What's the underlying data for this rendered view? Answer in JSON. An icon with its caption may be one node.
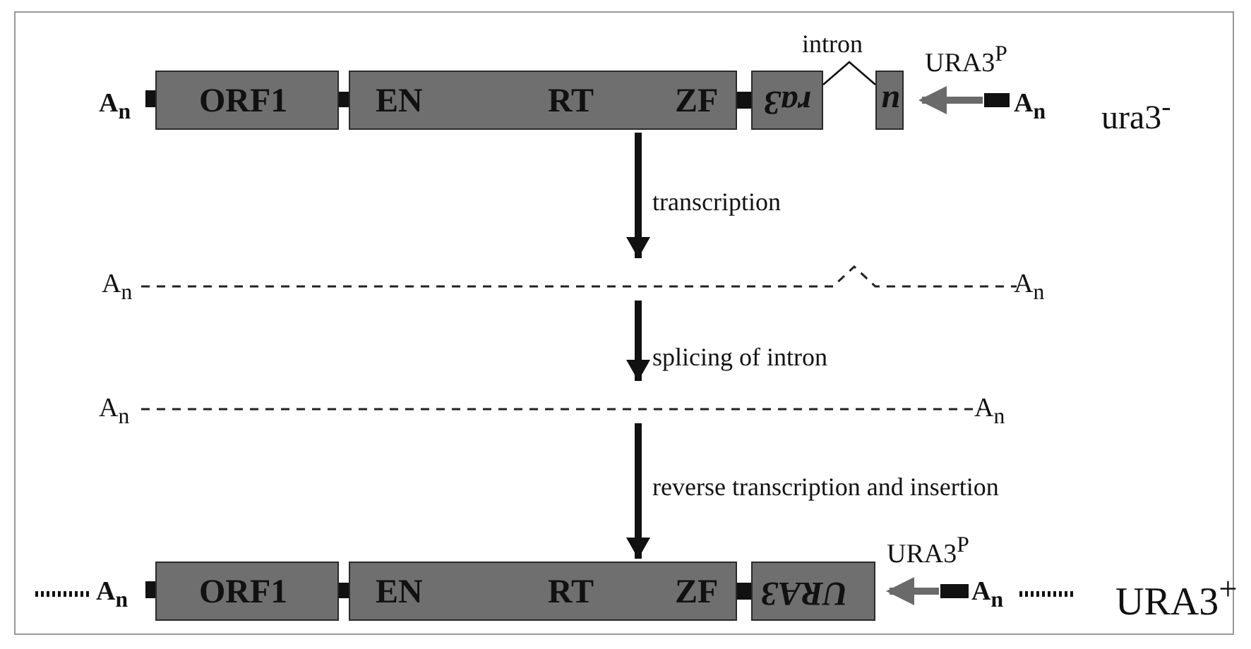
{
  "diagram": {
    "nodes": [
      {
        "text": [],
        "shape": "bar"
      },
      {
        "text": [
          "ORF1"
        ],
        "in": 0
      },
      {
        "text": [
          "EN",
          "RT",
          "ZF"
        ],
        "in": 0
      },
      {
        "text": [
          "ra3"
        ],
        "in": 0
      },
      {
        "text": [
          "u"
        ],
        "in": 0
      },
      {
        "text": [],
        "shape": "line"
      },
      {
        "text": [],
        "shape": "line"
      },
      {
        "text": [],
        "shape": "bar"
      },
      {
        "text": [
          "ORF1"
        ],
        "in": 7
      },
      {
        "text": [
          "EN",
          "RT",
          "ZF"
        ],
        "in": 7
      },
      {
        "text": [
          "URA3"
        ],
        "in": 7
      }
    ],
    "edges": [
      {
        "from": 0,
        "to": 5,
        "arrow": "to",
        "label": "transcription"
      },
      {
        "from": 5,
        "to": 6,
        "arrow": "to",
        "label": "splicing of intron"
      },
      {
        "from": 6,
        "to": 7,
        "arrow": "to",
        "label": "reverse transcription and insertion"
      },
      {
        "from": 3,
        "to": 4,
        "arrow": "none",
        "label": "intron"
      }
    ],
    "labels": [
      "A$_{n}$",
      "URA3$^{P}$",
      "A$_{n}$",
      "ura3$^{-}$",
      "A$_{n}$",
      "A$_{n}$",
      "A$_{n}$",
      "A$_{n}$",
      "URA3$^{P}$",
      "A$_{n}$",
      "A$_{n}$",
      "URA3$^{+}$"
    ]
  }
}
